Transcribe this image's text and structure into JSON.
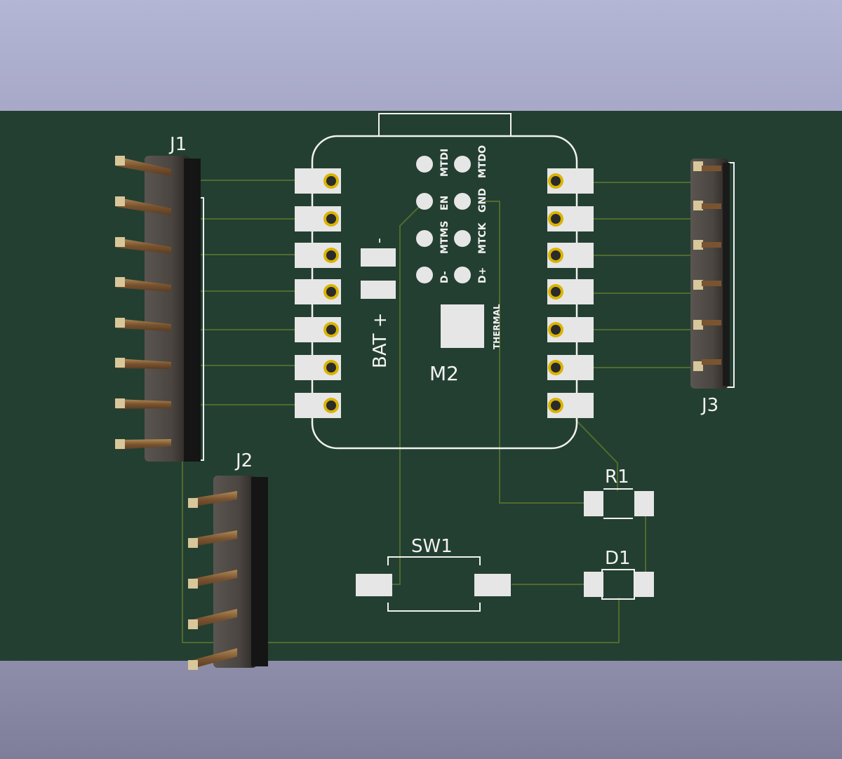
{
  "board": {
    "module": {
      "ref": "M2",
      "bat_label": "BAT +",
      "minus_label": "-",
      "thermal_label": "THERMAL",
      "pin_labels_left": [
        "MTDI",
        "EN",
        "MTMS",
        "D-"
      ],
      "pin_labels_right": [
        "MTDO",
        "GND",
        "MTCK",
        "D+"
      ]
    },
    "connectors": {
      "j1": "J1",
      "j2": "J2",
      "j3": "J3"
    },
    "parts": {
      "sw1": "SW1",
      "r1": "R1",
      "d1": "D1"
    }
  },
  "colors": {
    "background_top": "#aeb0cf",
    "background_bottom": "#8b8aa6",
    "board": "#233f31",
    "trace": "#4f6b2f",
    "silkscreen": "#f2f2f2",
    "pad": "#e6e6e6",
    "pin": "#9a6f3a",
    "header": "#4a4540"
  }
}
